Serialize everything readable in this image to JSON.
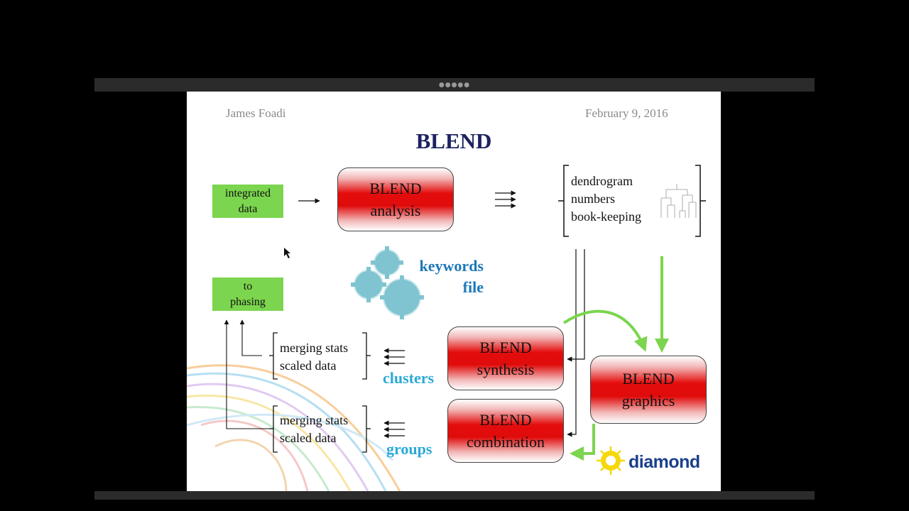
{
  "header": {
    "author": "James Foadi",
    "date": "February 9, 2016"
  },
  "title": "BLEND",
  "boxes": {
    "integrated": {
      "line1": "integrated",
      "line2": "data"
    },
    "phasing": {
      "line1": "to",
      "line2": "phasing"
    },
    "analysis": {
      "line1": "BLEND",
      "line2": "analysis"
    },
    "synthesis": {
      "line1": "BLEND",
      "line2": "synthesis"
    },
    "combination": {
      "line1": "BLEND",
      "line2": "combination"
    },
    "graphics": {
      "line1": "BLEND",
      "line2": "graphics"
    }
  },
  "outputs": {
    "line1": "dendrogram",
    "line2": "numbers",
    "line3": "book-keeping"
  },
  "keywords": {
    "line1": "keywords",
    "line2": "file"
  },
  "clusters_stats": {
    "line1": "merging stats",
    "line2": "scaled data"
  },
  "groups_stats": {
    "line1": "merging stats",
    "line2": "scaled data"
  },
  "labels": {
    "clusters": "clusters",
    "groups": "groups"
  },
  "logo": {
    "text": "diamond"
  },
  "colors": {
    "title": "#1d2260",
    "green": "#7bd54e",
    "red": "#e00b0b",
    "cyan": "#2ca9d6",
    "keywords": "#1c78b8",
    "diamond_blue": "#1b3f8c",
    "diamond_yellow": "#f5d80a"
  },
  "icons": [
    "gears-icon",
    "dendrogram-icon",
    "diamond-logo-icon",
    "mouse-cursor-icon"
  ]
}
